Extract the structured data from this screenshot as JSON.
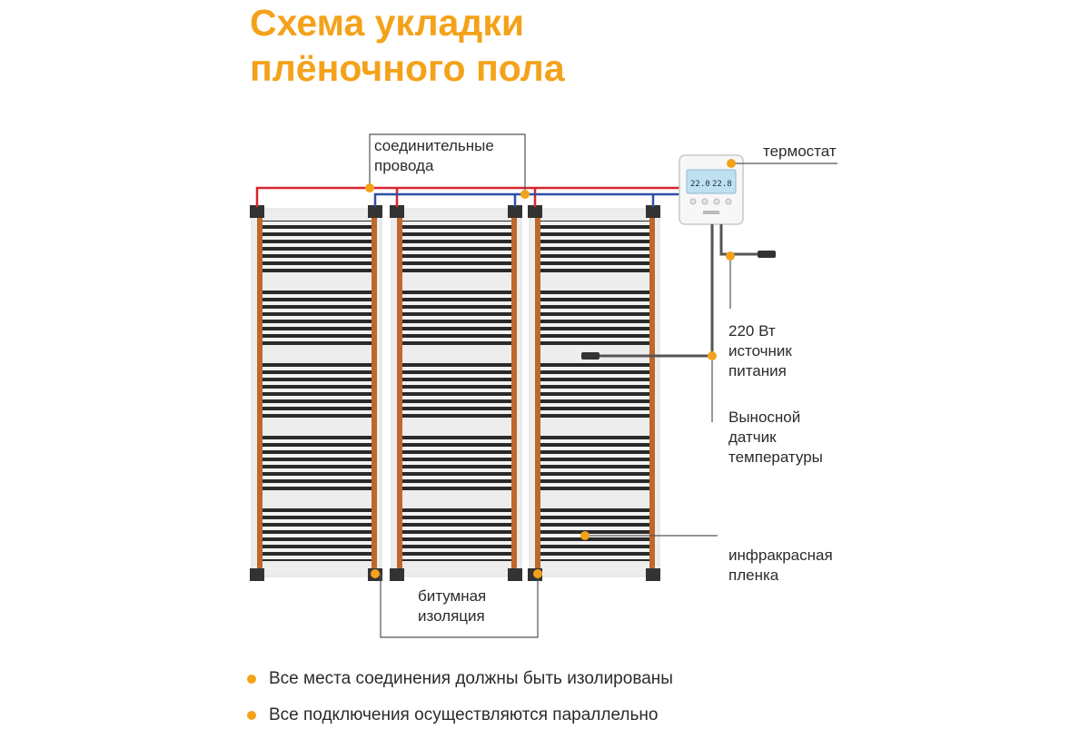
{
  "title": {
    "line1": "Схема укладки",
    "line2": "плёночного пола"
  },
  "labels": {
    "connecting_wires": [
      "соединительные",
      "провода"
    ],
    "thermostat": "термостат",
    "power_source": [
      "220 Вт",
      "источник",
      "питания"
    ],
    "remote_sensor": [
      "Выносной",
      "датчик",
      "температуры"
    ],
    "infrared_film": [
      "инфракрасная",
      "пленка"
    ],
    "bitumen_insulation": [
      "битумная",
      "изоляция"
    ]
  },
  "thermostat_display": {
    "left_value": "22.0",
    "right_value": "22.8"
  },
  "notes": [
    "Все места соединения должны быть изолированы",
    "Все подключения осуществляются параллельно"
  ],
  "colors": {
    "accent": "#f4a21a",
    "hot_wire": "#d8252e",
    "cold_wire": "#2f4fa8",
    "busbar": "#c0682a",
    "film_stripe": "#2a2a2a",
    "film_background": "#ededed"
  }
}
